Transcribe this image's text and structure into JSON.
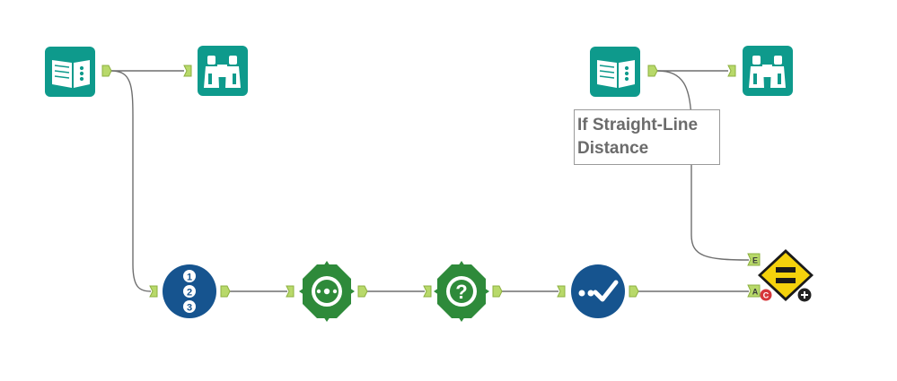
{
  "workflow": {
    "comment": {
      "text": "If Straight-Line\nDistance"
    },
    "anchors": {
      "test_expected": "E",
      "test_actual": "A",
      "test_condition": "C"
    },
    "icons": {
      "input_left": "book-input-icon",
      "browse_left": "binoculars-browse-icon",
      "record_id": "numbered-list-record-id-icon",
      "spatial_1": "spatial-octagon-icon",
      "spatial_2": "spatial-question-icon",
      "select": "check-select-icon",
      "input_right": "book-input-icon",
      "browse_right": "binoculars-browse-icon",
      "test": "equals-test-icon"
    },
    "colors": {
      "teal": "#0e9a8c",
      "blue": "#16548f",
      "green": "#2e8a3a",
      "yellow": "#f5d20c",
      "anchor": "#b8d96a",
      "error_red": "#d6363a"
    }
  }
}
